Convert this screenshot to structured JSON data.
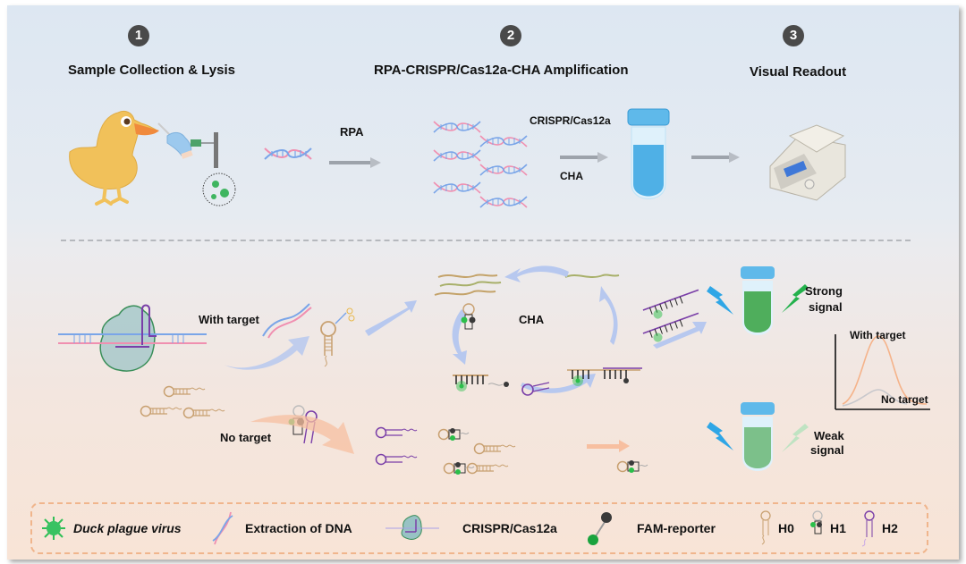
{
  "steps": [
    {
      "number": "1",
      "title": "Sample Collection & Lysis"
    },
    {
      "number": "2",
      "title": "RPA-CRISPR/Cas12a-CHA Amplification"
    },
    {
      "number": "3",
      "title": "Visual Readout"
    }
  ],
  "workflow": {
    "rpa_label": "RPA",
    "crispr_label": "CRISPR/Cas12a",
    "cha_label": "CHA"
  },
  "mechanism": {
    "with_target_label": "With target",
    "no_target_label": "No target",
    "cycle_label": "CHA",
    "strong_signal_label": "Strong\nsignal",
    "strong_signal_line1": "Strong",
    "strong_signal_line2": "signal",
    "weak_signal_line1": "Weak",
    "weak_signal_line2": "signal"
  },
  "chart_data": {
    "type": "line",
    "title": "",
    "xlabel": "",
    "ylabel": "",
    "series": [
      {
        "name": "With target",
        "color": "#f5b38a",
        "description": "tall gaussian peak"
      },
      {
        "name": "No target",
        "color": "#c8c8cc",
        "description": "low broad hump"
      }
    ],
    "annotations": [
      "With target",
      "No target"
    ],
    "grid": false
  },
  "legend": {
    "items": [
      {
        "icon": "virus-icon",
        "label": "Duck plague virus",
        "italic": true
      },
      {
        "icon": "dna-icon",
        "label": "Extraction of DNA"
      },
      {
        "icon": "crispr-cas12a-icon",
        "label": "CRISPR/Cas12a"
      },
      {
        "icon": "fam-reporter-icon",
        "label": "FAM-reporter"
      },
      {
        "icon": "h0-hairpin-icon",
        "label": "H0"
      },
      {
        "icon": "h1-hairpin-icon",
        "label": "H1"
      },
      {
        "icon": "h2-hairpin-icon",
        "label": "H2"
      }
    ]
  },
  "colors": {
    "tan_strand": "#c8a070",
    "purple_strand": "#7a3fa8",
    "fam_green": "#2bbf4a",
    "quencher": "#3a3a3a",
    "arrow_blue": "#b7c8ef",
    "arrow_orange": "#f7bfa0",
    "tube_blue": "#4fb0e6",
    "duck_yellow": "#f1c15a",
    "legend_border": "#f0b58c"
  }
}
